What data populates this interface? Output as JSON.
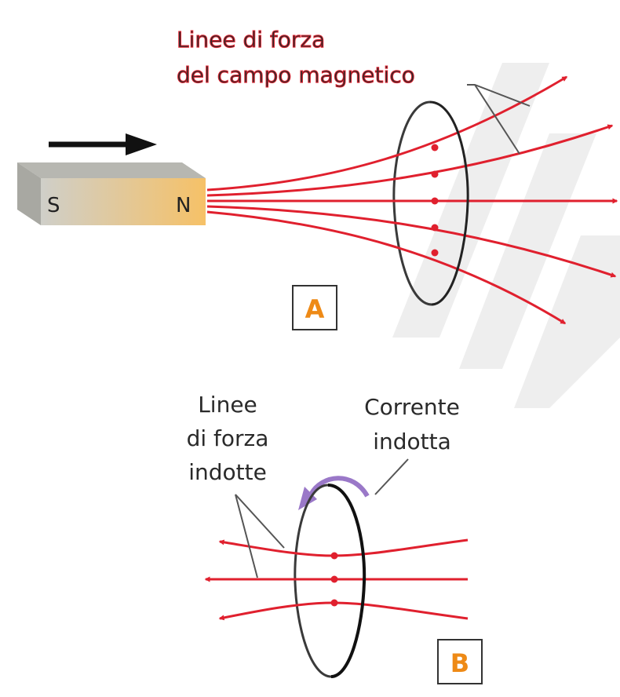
{
  "colors": {
    "field_line": "#e0202e",
    "magnet_start": "#cfcfc9",
    "magnet_end": "#f6c167",
    "badge": "#ee8a16",
    "induced_current_arrow": "#9a78c8",
    "watermark": "#eeeeee"
  },
  "part_a": {
    "label_line1": "Linee di forza",
    "label_line2": "del campo magnetico",
    "magnet_south": "S",
    "magnet_north": "N",
    "badge": "A",
    "motion_arrow_icon": "arrow-right-icon"
  },
  "part_b": {
    "induced_lines_label_1": "Linee",
    "induced_lines_label_2": "di forza",
    "induced_lines_label_3": "indotte",
    "current_label_1": "Corrente",
    "current_label_2": "indotta",
    "badge": "B",
    "current_arrow_icon": "curved-arrow-icon"
  }
}
